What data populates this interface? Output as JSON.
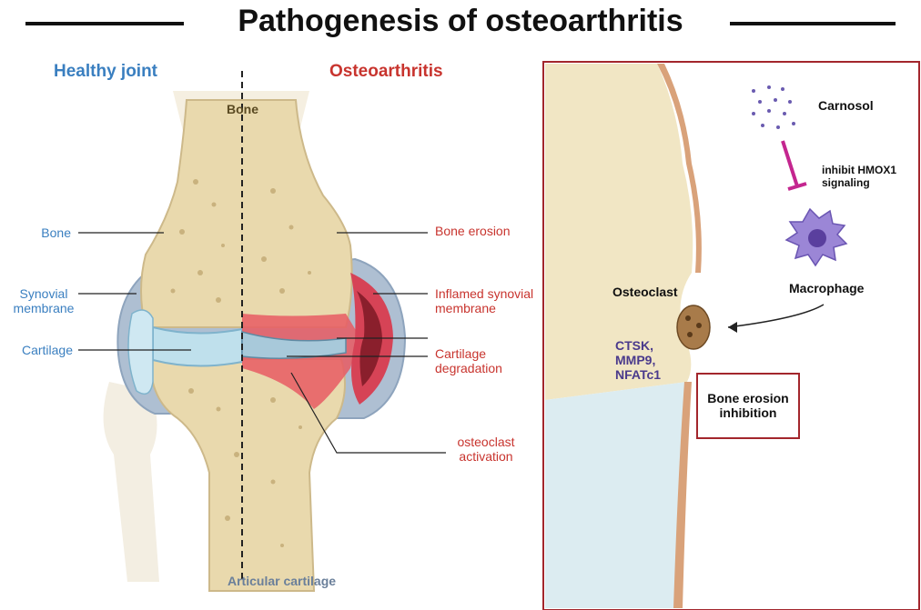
{
  "title": "Pathogenesis of osteoarthritis",
  "left_panel": {
    "healthy_header": "Healthy joint",
    "oa_header": "Osteoarthritis",
    "top_label": "Bone",
    "bottom_label": "Articular cartilage",
    "healthy_labels": {
      "bone": "Bone",
      "synovial": "Synovial membrane",
      "cartilage": "Cartilage"
    },
    "oa_labels": {
      "bone_erosion": "Bone erosion",
      "inflamed": "Inflamed synovial membrane",
      "cartilage_deg": "Cartilage degradation",
      "osteoclast_act": "osteoclast activation"
    }
  },
  "right_panel": {
    "carnosol": "Carnosol",
    "inhibit": "inhibit HMOX1 signaling",
    "macrophage": "Macrophage",
    "osteoclast": "Osteoclast",
    "markers": "CTSK, MMP9, NFATc1",
    "result": "Bone erosion inhibition"
  },
  "colors": {
    "healthy_blue": "#3a7fc0",
    "oa_red": "#c8342e",
    "bone_tan": "#e9d9ad",
    "cartilage_blue": "#bfe0ec",
    "inhibit_magenta": "#c4268f",
    "box_border": "#a3262c"
  }
}
